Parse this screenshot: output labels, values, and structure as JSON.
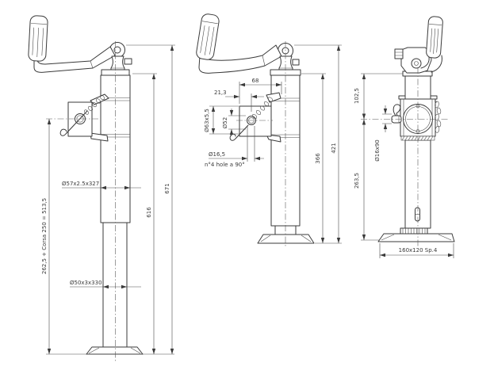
{
  "drawing": {
    "background": "#ffffff",
    "line_color": "#3a3a3a",
    "views": {
      "front": {
        "dims": {
          "upper_tube": "Ø57x2.5x327",
          "lower_tube": "Ø50x3x330",
          "stroke_total": "262,5 + Corsa 250 = 513,5",
          "tube_height": "616",
          "total_height": "671"
        }
      },
      "side": {
        "dims": {
          "bracket_width": "68",
          "hole_offset": "21,3",
          "clamp_od": "Ø63x5,5",
          "clamp_id": "Ø52",
          "hole_diameter": "Ø16,5",
          "hole_note": "n°4 hole a 90°",
          "tube_height": "366",
          "total_height": "421"
        }
      },
      "rear": {
        "dims": {
          "head_height": "102,5",
          "pin_size": "Ø16x90",
          "lower_height": "263,5",
          "base_plate": "160x120 Sp.4"
        }
      }
    }
  }
}
